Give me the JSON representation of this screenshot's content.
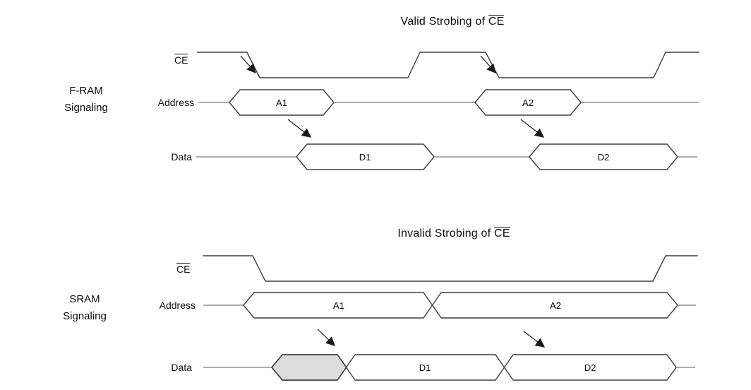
{
  "colors": {
    "background": "#ffffff",
    "waveform_stroke": "#3d3d3d",
    "rail_stroke": "#7a7a7a",
    "invalid_data_fill": "#dcdcdc",
    "invalid_data_stroke": "#828282",
    "text": "#0d0d0d"
  },
  "fram": {
    "title_prefix": "Valid Strobing of ",
    "title_signal": "CE",
    "group_label_line1": "F-RAM",
    "group_label_line2": "Signaling",
    "ce_label": "CE",
    "address_label": "Address",
    "data_label": "Data",
    "a1": "A1",
    "a2": "A2",
    "d1": "D1",
    "d2": "D2"
  },
  "sram": {
    "title_prefix": "Invalid Strobing of ",
    "title_signal": "CE",
    "group_label_line1": "SRAM",
    "group_label_line2": "Signaling",
    "ce_label": "CE",
    "address_label": "Address",
    "data_label": "Data",
    "a1": "A1",
    "a2": "A2",
    "d1": "D1",
    "d2": "D2"
  }
}
